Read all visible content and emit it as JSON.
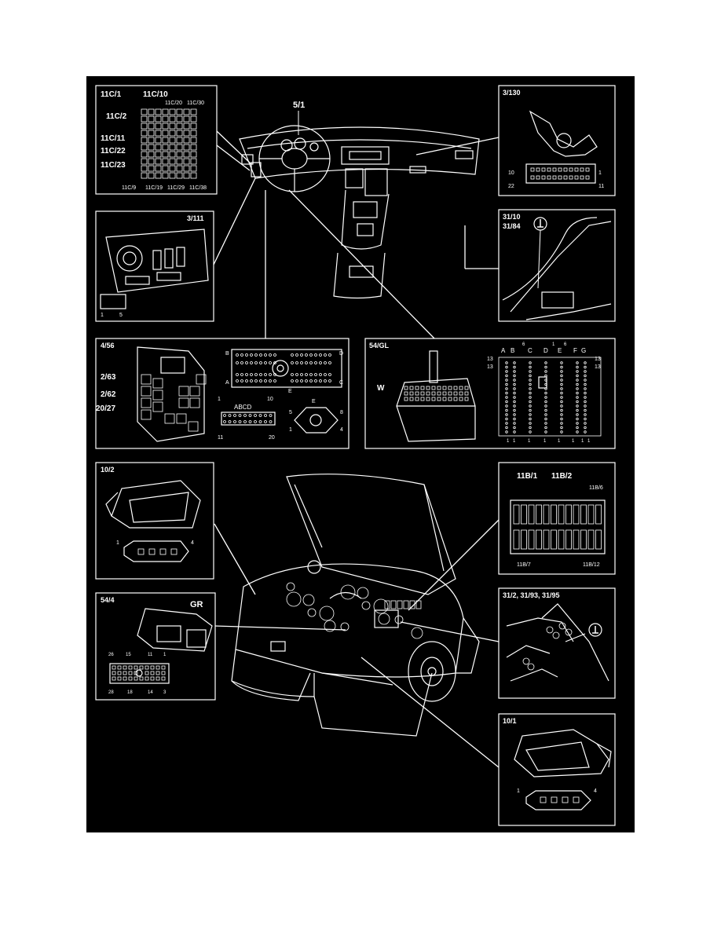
{
  "colors": {
    "background": "#000000",
    "ink": "#ffffff",
    "page": "#ffffff"
  },
  "dashboard": {
    "label": "5/1"
  },
  "fuse_panel_11c": {
    "id": "11C/1",
    "labels": [
      "11C/1",
      "11C/10",
      "11C/20",
      "11C/30",
      "11C/2",
      "11C/11",
      "11C/22",
      "11C/23",
      "11C/9",
      "11C/19",
      "11C/29",
      "11C/38"
    ]
  },
  "switch_3_130": {
    "id": "3/130",
    "pins": [
      "10",
      "1",
      "22",
      "11"
    ]
  },
  "light_switch_3_111": {
    "id": "3/111",
    "pins": [
      "1",
      "5"
    ]
  },
  "ground_31_10": {
    "id_a": "31/10",
    "id_b": "31/84",
    "ground_symbol": "ground-icon"
  },
  "fusebox_4_56": {
    "id": "4/56",
    "relay_labels": [
      "2/63",
      "2/62",
      "20/27"
    ],
    "connector_letters": [
      "B",
      "D",
      "A",
      "C",
      "E"
    ],
    "pin_labels": [
      "1",
      "10",
      "11",
      "20"
    ],
    "abcd": "ABCD",
    "round_conn": {
      "letter": "E",
      "pins": [
        "5",
        "8",
        "1",
        "4"
      ]
    }
  },
  "connector_54_gl": {
    "id": "54/GL",
    "housing_letter": "W",
    "top_letters": [
      "A",
      "B",
      "C",
      "D",
      "E",
      "F",
      "G"
    ],
    "side_pins": [
      "13",
      "13",
      "13",
      "13"
    ],
    "top_pins": [
      "6",
      "1",
      "6"
    ],
    "bottom_pins": [
      "1",
      "1",
      "1",
      "1",
      "1",
      "1",
      "1",
      "1"
    ]
  },
  "headlamp_10_2": {
    "id": "10/2",
    "pins": [
      "1",
      "4"
    ]
  },
  "fuse_panel_11b": {
    "labels": [
      "11B/1",
      "11B/2",
      "11B/6",
      "11B/7",
      "11B/12"
    ]
  },
  "connector_54_4": {
    "id": "54/4",
    "color": "GR",
    "pins": [
      "26",
      "15",
      "11",
      "1",
      "28",
      "18",
      "14",
      "3"
    ]
  },
  "ground_31_2": {
    "id": "31/2, 31/93, 31/95",
    "ground_symbol": "ground-icon"
  },
  "headlamp_10_1": {
    "id": "10/1",
    "pins": [
      "1",
      "4"
    ]
  }
}
